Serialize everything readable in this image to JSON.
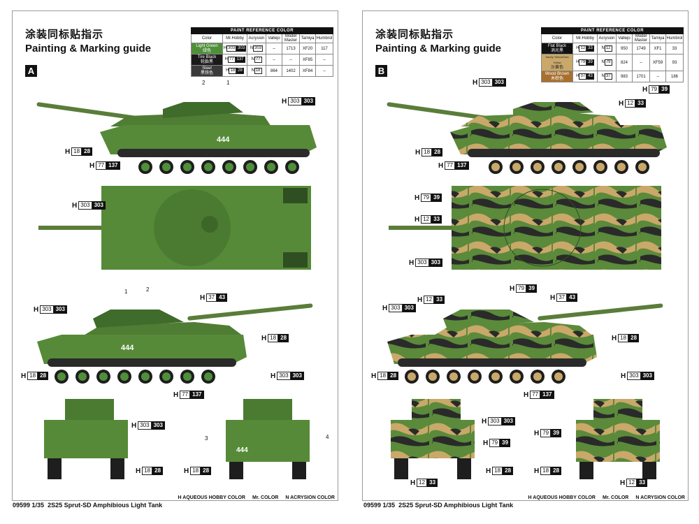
{
  "footer": {
    "code": "09599",
    "scale": "1/35",
    "title": "2S25 Sprut-SD Amphibious Light Tank"
  },
  "heading_cn": "涂装同标贴指示",
  "heading_en": "Painting & Marking guide",
  "table_title": "PAINT REFERENCE COLOR",
  "table_headers": [
    "Color",
    "Mr.Hobby",
    "Acrysion",
    "Vallejo",
    "Model Master",
    "Tamiya",
    "Humbrol"
  ],
  "legend": {
    "aqueous": "AQUEOUS HOBBY COLOR",
    "mr": "Mr. COLOR",
    "acrysion": "ACRYSION COLOR",
    "h_letter": "H",
    "m_letter": "",
    "n_letter": "N"
  },
  "sheetA": {
    "label": "A",
    "rows": [
      {
        "name": "Light Green",
        "cn": "绿色",
        "h1": "303",
        "h2": "303",
        "n": "303",
        "vallejo": "–",
        "mm": "1713",
        "tamiya": "XF20",
        "humbrol": "117",
        "color": "#4f8f3a"
      },
      {
        "name": "Tire Black",
        "cn": "轮胎黑",
        "h1": "77",
        "h2": "137",
        "n": "77",
        "vallejo": "–",
        "mm": "–",
        "tamiya": "XF85",
        "humbrol": "–",
        "color": "#1a1a1a"
      },
      {
        "name": "Steel",
        "cn": "黑铁色",
        "h1": "18",
        "h2": "28",
        "n": "18",
        "vallejo": "864",
        "mm": "1402",
        "tamiya": "XF84",
        "humbrol": "–",
        "color": "#3a3a3a"
      }
    ],
    "callouts": [
      {
        "id": "a1",
        "h": "H",
        "w": "303",
        "b": "303"
      },
      {
        "id": "a2",
        "h": "H",
        "w": "18",
        "b": "28"
      },
      {
        "id": "a3",
        "h": "H",
        "w": "77",
        "b": "137"
      },
      {
        "id": "a4",
        "h": "H",
        "w": "303",
        "b": "303"
      },
      {
        "id": "a5",
        "h": "H",
        "w": "303",
        "b": "303"
      },
      {
        "id": "a6",
        "h": "H",
        "w": "37",
        "b": "43"
      },
      {
        "id": "a7",
        "h": "H",
        "w": "18",
        "b": "28"
      },
      {
        "id": "a8",
        "h": "H",
        "w": "18",
        "b": "28"
      },
      {
        "id": "a9",
        "h": "H",
        "w": "77",
        "b": "137"
      },
      {
        "id": "a10",
        "h": "H",
        "w": "303",
        "b": "303"
      },
      {
        "id": "a11",
        "h": "H",
        "w": "303",
        "b": "303"
      },
      {
        "id": "a12",
        "h": "H",
        "w": "18",
        "b": "28"
      },
      {
        "id": "a13",
        "h": "H",
        "w": "18",
        "b": "28"
      }
    ],
    "numbers": [
      "2",
      "1",
      "1",
      "2",
      "3",
      "4"
    ],
    "hull_number": "444"
  },
  "sheetB": {
    "label": "B",
    "rows": [
      {
        "name": "Flat Black",
        "cn": "消光黑",
        "h1": "12",
        "h2": "33",
        "n": "12",
        "vallejo": "950",
        "mm": "1749",
        "tamiya": "XF1",
        "humbrol": "33",
        "color": "#111111"
      },
      {
        "name": "Sandy Yellow/Dark Yellow",
        "cn": "沙黄色",
        "h1": "79",
        "h2": "39",
        "n": "79",
        "vallejo": "824",
        "mm": "–",
        "tamiya": "XF59",
        "humbrol": "93",
        "color": "#c9a86a"
      },
      {
        "name": "Wood Brown",
        "cn": "木棕色",
        "h1": "37",
        "h2": "43",
        "n": "37",
        "vallejo": "983",
        "mm": "1701",
        "tamiya": "–",
        "humbrol": "186",
        "color": "#a8702e"
      }
    ],
    "callouts": [
      {
        "id": "b1",
        "h": "H",
        "w": "303",
        "b": "303"
      },
      {
        "id": "b2",
        "h": "H",
        "w": "79",
        "b": "39"
      },
      {
        "id": "b3",
        "h": "H",
        "w": "12",
        "b": "33"
      },
      {
        "id": "b4",
        "h": "H",
        "w": "18",
        "b": "28"
      },
      {
        "id": "b5",
        "h": "H",
        "w": "77",
        "b": "137"
      },
      {
        "id": "b6",
        "h": "H",
        "w": "79",
        "b": "39"
      },
      {
        "id": "b7",
        "h": "H",
        "w": "12",
        "b": "33"
      },
      {
        "id": "b8",
        "h": "H",
        "w": "303",
        "b": "303"
      },
      {
        "id": "b9",
        "h": "H",
        "w": "79",
        "b": "39"
      },
      {
        "id": "b10",
        "h": "H",
        "w": "12",
        "b": "33"
      },
      {
        "id": "b11",
        "h": "H",
        "w": "37",
        "b": "43"
      },
      {
        "id": "b12",
        "h": "H",
        "w": "303",
        "b": "303"
      },
      {
        "id": "b13",
        "h": "H",
        "w": "18",
        "b": "28"
      },
      {
        "id": "b14",
        "h": "H",
        "w": "18",
        "b": "28"
      },
      {
        "id": "b15",
        "h": "H",
        "w": "77",
        "b": "137"
      },
      {
        "id": "b16",
        "h": "H",
        "w": "303",
        "b": "303"
      },
      {
        "id": "b17",
        "h": "H",
        "w": "303",
        "b": "303"
      },
      {
        "id": "b18",
        "h": "H",
        "w": "79",
        "b": "39"
      },
      {
        "id": "b19",
        "h": "H",
        "w": "79",
        "b": "39"
      },
      {
        "id": "b20",
        "h": "H",
        "w": "18",
        "b": "28"
      },
      {
        "id": "b21",
        "h": "H",
        "w": "18",
        "b": "28"
      },
      {
        "id": "b22",
        "h": "H",
        "w": "12",
        "b": "33"
      },
      {
        "id": "b23",
        "h": "H",
        "w": "12",
        "b": "33"
      }
    ]
  }
}
